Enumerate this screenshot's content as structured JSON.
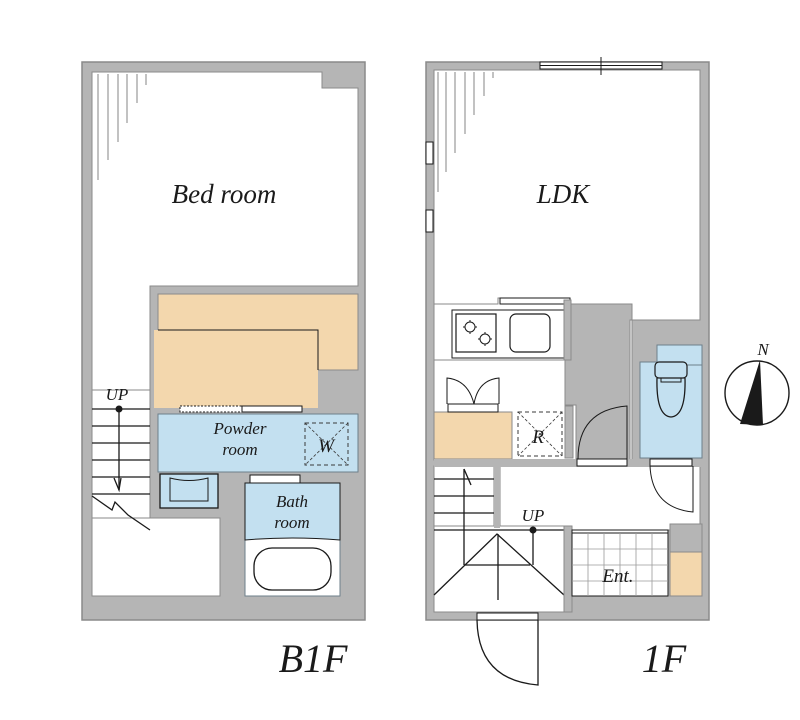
{
  "plan_b1f": {
    "floor_label": "B1F",
    "rooms": {
      "bedroom": "Bed room",
      "powder_line1": "Powder",
      "powder_line2": "room",
      "bath_line1": "Bath",
      "bath_line2": "room",
      "washer_mark": "W"
    },
    "stairs_label": "UP"
  },
  "plan_1f": {
    "floor_label": "1F",
    "rooms": {
      "ldk": "LDK",
      "fridge_mark": "R",
      "entrance": "Ent."
    },
    "stairs_label": "UP"
  },
  "compass": {
    "north_label": "N"
  },
  "colors": {
    "wall": "#b5b5b5",
    "storage": "#f3d7ad",
    "wet_area": "#c3e0f0",
    "floor": "#ffffff",
    "line": "#1a1a1a"
  }
}
